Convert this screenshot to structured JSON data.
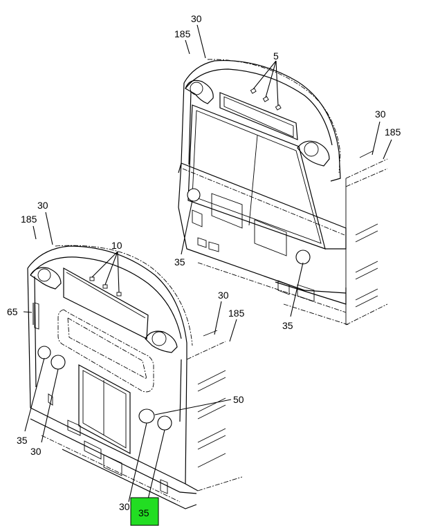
{
  "callouts": {
    "top_30": "30",
    "top_185": "185",
    "top_5": "5",
    "top_right_30": "30",
    "top_right_185": "185",
    "top_35_left": "35",
    "top_35_right": "35",
    "bottom_30": "30",
    "bottom_185": "185",
    "bottom_10": "10",
    "bottom_65": "65",
    "bottom_right_30": "30",
    "bottom_right_185": "185",
    "bottom_50": "50",
    "bottom_35_left": "35",
    "bottom_30_left": "30",
    "bottom_30_low": "30",
    "bottom_35_highlight": "35"
  },
  "colors": {
    "highlight": "#22dd22",
    "line": "#000000"
  }
}
